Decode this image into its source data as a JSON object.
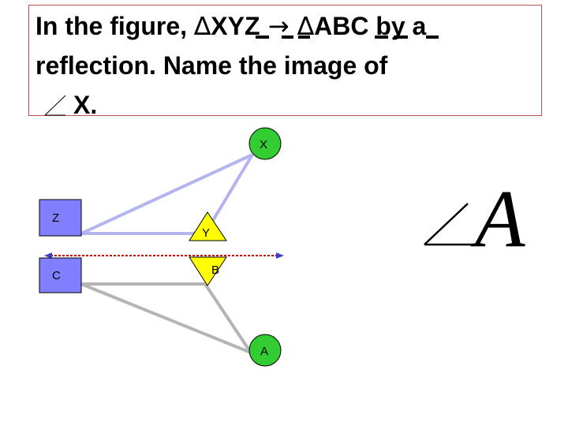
{
  "question": {
    "line1_prefix": "In the figure, ",
    "delta": "∆",
    "triangle1": "XYZ",
    "arrow": " → ",
    "triangle2": "ABC",
    "line1_suffix": " by a",
    "line2": "reflection. Name the image of",
    "line3": "X."
  },
  "figure": {
    "vertices": {
      "X": "X",
      "Y": "Y",
      "Z": "Z",
      "A": "A",
      "B": "B",
      "C": "C"
    }
  },
  "answer": {
    "angle_letter": "A"
  },
  "colors": {
    "box_border": "#c0504d",
    "circle_fill": "#33cc33",
    "triangle_fill": "#ffff00",
    "square_fill": "#8080ff",
    "upper_edges": "#b4b4f0",
    "lower_edges": "#b4b4b4",
    "mirror_line": "#cc0000"
  }
}
